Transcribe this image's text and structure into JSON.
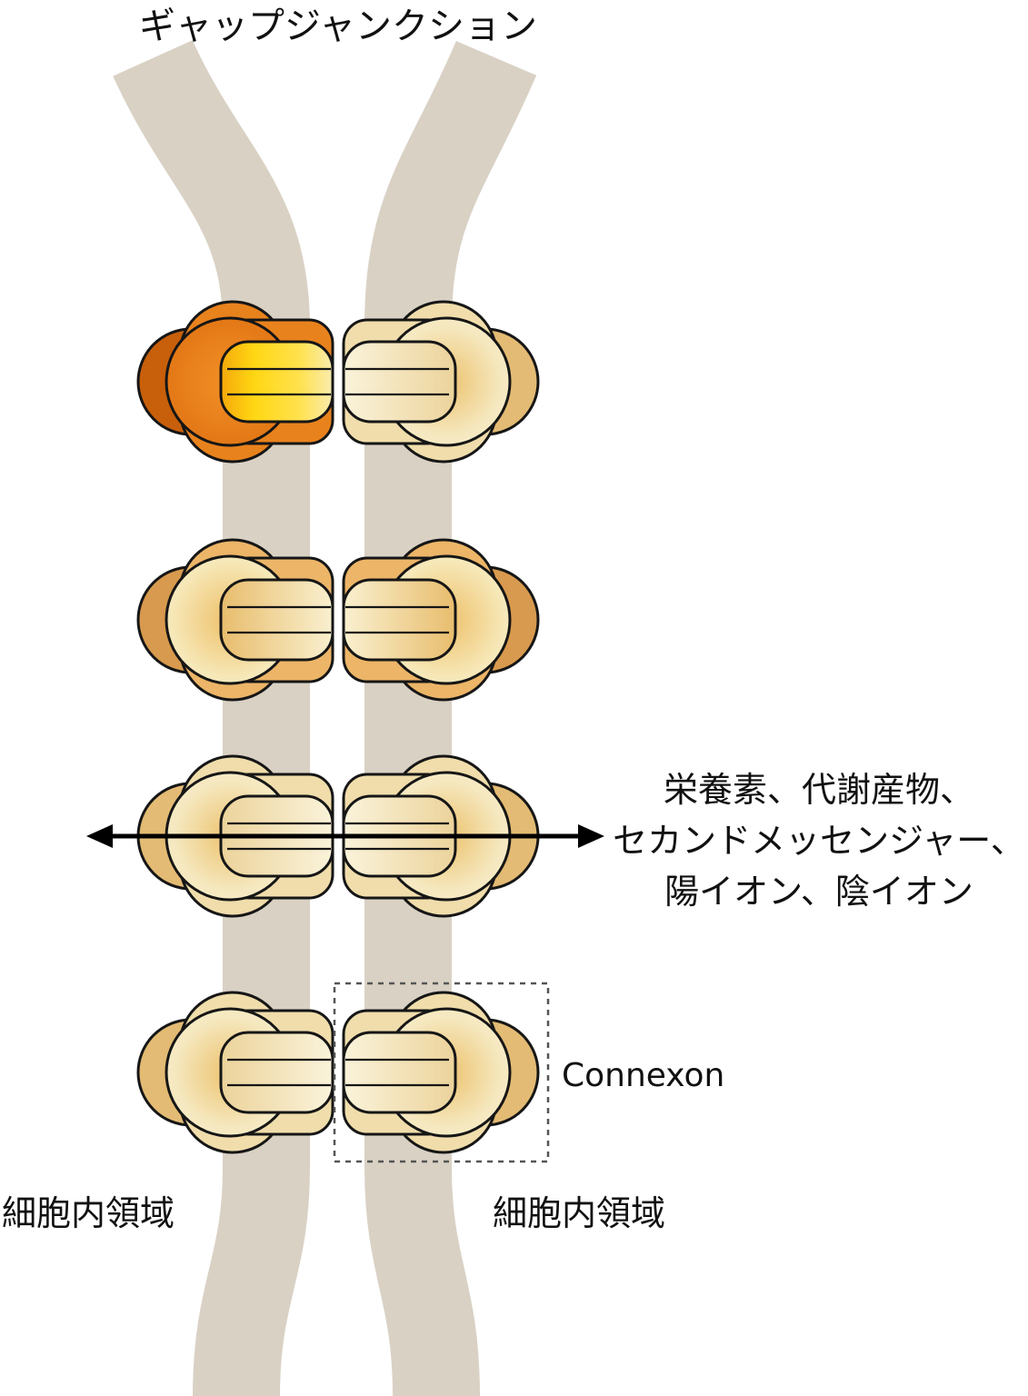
{
  "title": "ギャップジャンクション",
  "arrow_label": {
    "line1": "栄養素、代謝産物、",
    "line2": "セカンドメッセンジャー、",
    "line3": "陽イオン、陰イオン"
  },
  "connexon_label": "Connexon",
  "intracellular_label_left": "細胞内領域",
  "intracellular_label_right": "細胞内領域",
  "colors": {
    "membrane": "#d9d1c4",
    "outline": "#161616",
    "orange": "#e8821d",
    "orange_dark": "#c85f0a",
    "yellow": "#ffd714",
    "cream": "#f5e8c2",
    "cream_back": "#f0ddab",
    "tan": "#ecb568",
    "tan_dark": "#d89a4e",
    "gold": "#e3bb74",
    "arrow": "#000000"
  }
}
